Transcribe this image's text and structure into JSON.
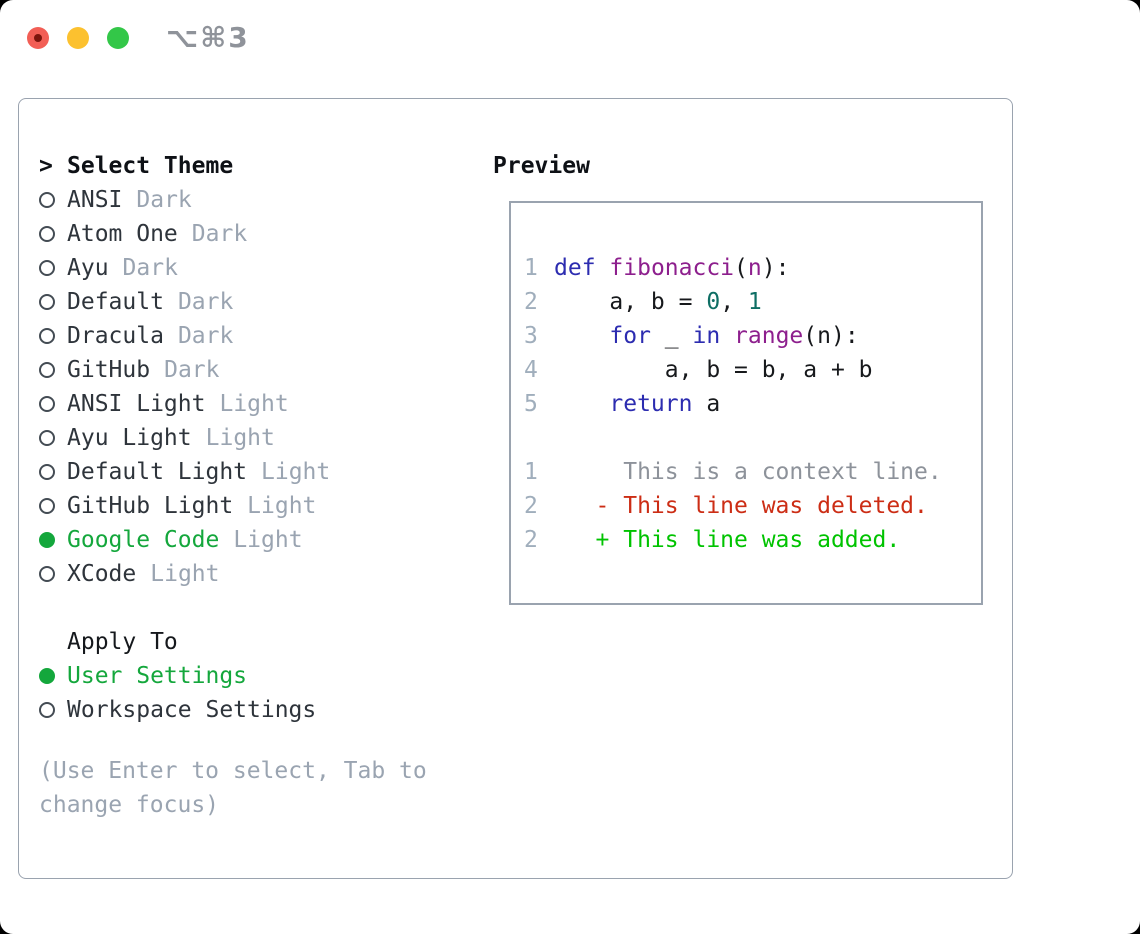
{
  "titlebar": {
    "shortcut": "⌥⌘3"
  },
  "colors": {
    "accent_green": "#14a73c",
    "diff_added_green": "#00c300",
    "diff_deleted_red": "#cc2d15",
    "keyword_blue": "#2c2cb0",
    "function_purple": "#8d1f8d",
    "number_teal": "#0e6e64",
    "secondary_gray": "#9aa4b1",
    "panel_border": "#9aa3af",
    "traffic_red": "#f25e55",
    "traffic_yellow": "#fcc12f",
    "traffic_green": "#33c748"
  },
  "theme_panel": {
    "title_prefix": ">",
    "title": "Select Theme",
    "items": [
      {
        "label": "ANSI",
        "variant": "Dark",
        "selected": false
      },
      {
        "label": "Atom One",
        "variant": "Dark",
        "selected": false
      },
      {
        "label": "Ayu",
        "variant": "Dark",
        "selected": false
      },
      {
        "label": "Default",
        "variant": "Dark",
        "selected": false
      },
      {
        "label": "Dracula",
        "variant": "Dark",
        "selected": false
      },
      {
        "label": "GitHub",
        "variant": "Dark",
        "selected": false
      },
      {
        "label": "ANSI Light",
        "variant": "Light",
        "selected": false
      },
      {
        "label": "Ayu Light",
        "variant": "Light",
        "selected": false
      },
      {
        "label": "Default Light",
        "variant": "Light",
        "selected": false
      },
      {
        "label": "GitHub Light",
        "variant": "Light",
        "selected": false
      },
      {
        "label": "Google Code",
        "variant": "Light",
        "selected": true
      },
      {
        "label": "XCode",
        "variant": "Light",
        "selected": false
      }
    ],
    "apply_to": {
      "title": "Apply To",
      "options": [
        {
          "label": "User Settings",
          "selected": true
        },
        {
          "label": "Workspace Settings",
          "selected": false
        }
      ]
    },
    "hint": "(Use Enter to select, Tab to change focus)"
  },
  "preview": {
    "title": "Preview",
    "code_lines": [
      {
        "num": "1",
        "tokens": [
          {
            "c": "kw",
            "t": "def"
          },
          {
            "c": "pl",
            "t": " "
          },
          {
            "c": "fn",
            "t": "fibonacci"
          },
          {
            "c": "pl",
            "t": "("
          },
          {
            "c": "fn",
            "t": "n"
          },
          {
            "c": "pl",
            "t": "):"
          }
        ]
      },
      {
        "num": "2",
        "tokens": [
          {
            "c": "pl",
            "t": "    a, b = "
          },
          {
            "c": "num",
            "t": "0"
          },
          {
            "c": "pl",
            "t": ", "
          },
          {
            "c": "num",
            "t": "1"
          }
        ]
      },
      {
        "num": "3",
        "tokens": [
          {
            "c": "pl",
            "t": "    "
          },
          {
            "c": "kw",
            "t": "for"
          },
          {
            "c": "pl",
            "t": " _ "
          },
          {
            "c": "kw",
            "t": "in"
          },
          {
            "c": "pl",
            "t": " "
          },
          {
            "c": "fn",
            "t": "range"
          },
          {
            "c": "pl",
            "t": "(n):"
          }
        ]
      },
      {
        "num": "4",
        "tokens": [
          {
            "c": "pl",
            "t": "        a, b = b, a + b"
          }
        ]
      },
      {
        "num": "5",
        "tokens": [
          {
            "c": "pl",
            "t": "    "
          },
          {
            "c": "kw",
            "t": "return"
          },
          {
            "c": "pl",
            "t": " a"
          }
        ]
      }
    ],
    "diff_lines": [
      {
        "num": "1",
        "cls": "ctx",
        "text": "     This is a context line."
      },
      {
        "num": "2",
        "cls": "del",
        "text": "   - This line was deleted."
      },
      {
        "num": "2",
        "cls": "add",
        "text": "   + This line was added."
      }
    ]
  }
}
